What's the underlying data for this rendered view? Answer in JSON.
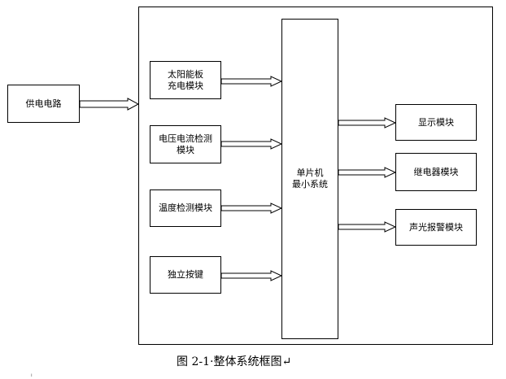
{
  "boxes": {
    "power_supply": "供电电路",
    "solar_charge": "太阳能板\n充电模块",
    "voltage_current": "电压电流检测\n模块",
    "temperature": "温度检测模块",
    "keys": "独立按键",
    "mcu": "单片机\n最小系统",
    "display": "显示模块",
    "relay": "继电器模块",
    "alarm": "声光报警模块"
  },
  "caption": "图 2-1·整体系统框图↵"
}
